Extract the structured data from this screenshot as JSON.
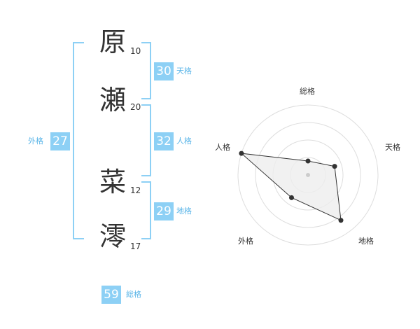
{
  "name_chars": [
    {
      "char": "原",
      "strokes": "10"
    },
    {
      "char": "瀬",
      "strokes": "20"
    },
    {
      "char": "菜",
      "strokes": "12"
    },
    {
      "char": "澪",
      "strokes": "17"
    }
  ],
  "fortunes": {
    "tenkaku": {
      "value": "30",
      "label": "天格"
    },
    "jinkaku": {
      "value": "32",
      "label": "人格"
    },
    "chikaku": {
      "value": "29",
      "label": "地格"
    },
    "gaikaku": {
      "value": "27",
      "label": "外格"
    },
    "soukaku": {
      "value": "59",
      "label": "総格"
    }
  },
  "colors": {
    "accent": "#8dd0f5",
    "accent_text": "#5ab5e8",
    "radar_fill": "#eeeeee",
    "radar_line": "#333333"
  },
  "chart_data": {
    "type": "radar",
    "axes": [
      "総格",
      "天格",
      "地格",
      "外格",
      "人格"
    ],
    "range": [
      0,
      5
    ],
    "rings": 4,
    "values": [
      1,
      2,
      4,
      2,
      5
    ]
  }
}
